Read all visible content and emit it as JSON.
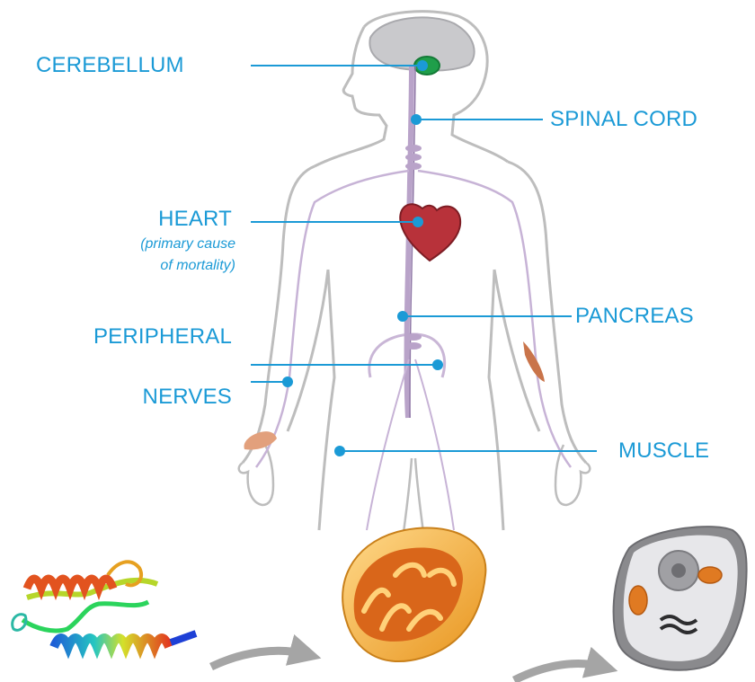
{
  "labels": {
    "cerebellum": "CEREBELLUM",
    "spinal_cord": "SPINAL CORD",
    "heart": "HEART",
    "heart_note_line1": "(primary cause",
    "heart_note_line2": "of mortality)",
    "pancreas": "PANCREAS",
    "peripheral_line1": "PERIPHERAL",
    "peripheral_line2": "NERVES",
    "muscle": "MUSCLE"
  },
  "colors": {
    "label_blue": "#1b9ad6",
    "body_outline": "#bdbdbd",
    "nerve": "#b9a3c9",
    "brain": "#c9c9cc",
    "cerebellum": "#1f9e4a",
    "heart": "#b8323a",
    "muscle": "#d9875c",
    "arrow": "#a5a5a5"
  },
  "icons": {
    "protein": "protein-ribbon-icon",
    "mitochondrion": "mitochondrion-icon",
    "cell": "cell-icon"
  }
}
